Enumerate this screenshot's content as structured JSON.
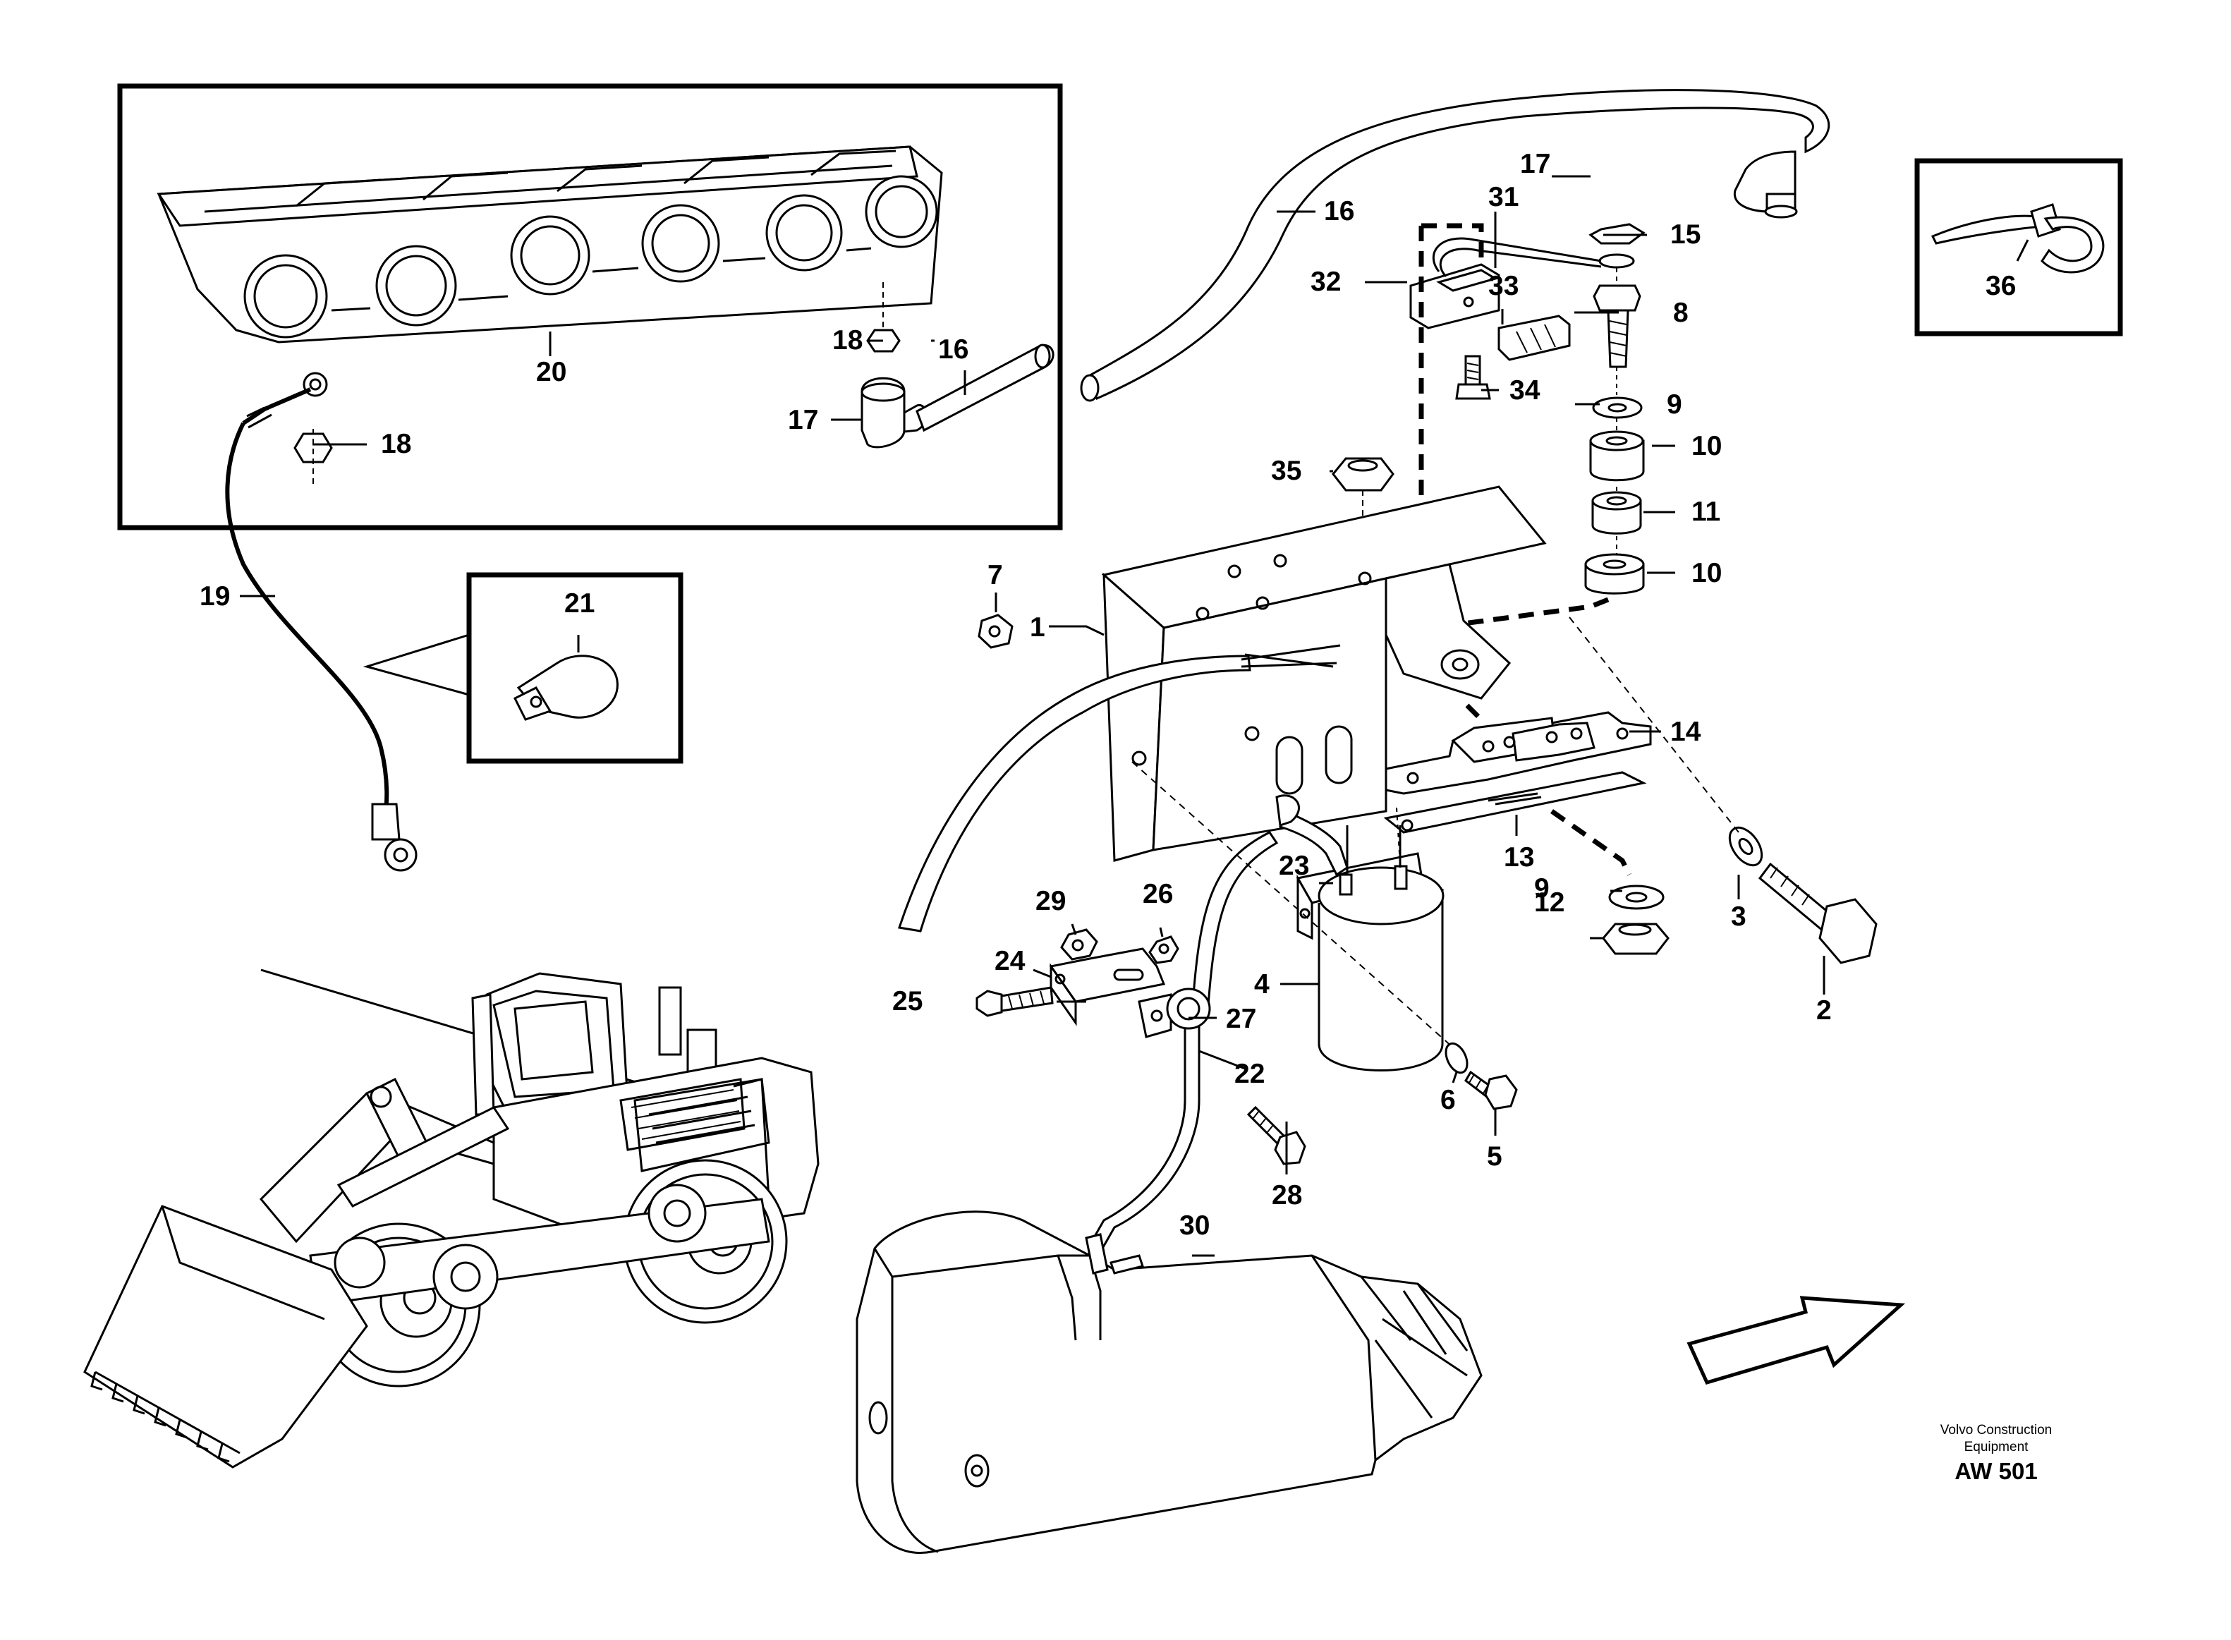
{
  "diagram": {
    "callouts": [
      "1",
      "2",
      "3",
      "4",
      "5",
      "6",
      "7",
      "8",
      "9",
      "10",
      "11",
      "12",
      "13",
      "14",
      "15",
      "16",
      "17",
      "18",
      "19",
      "20",
      "21",
      "22",
      "23",
      "24",
      "25",
      "26",
      "27",
      "28",
      "29",
      "30",
      "31",
      "32",
      "33",
      "34",
      "35",
      "36"
    ],
    "caption_line1": "Volvo Construction",
    "caption_line2": "Equipment",
    "figure_code": "AW 501"
  }
}
